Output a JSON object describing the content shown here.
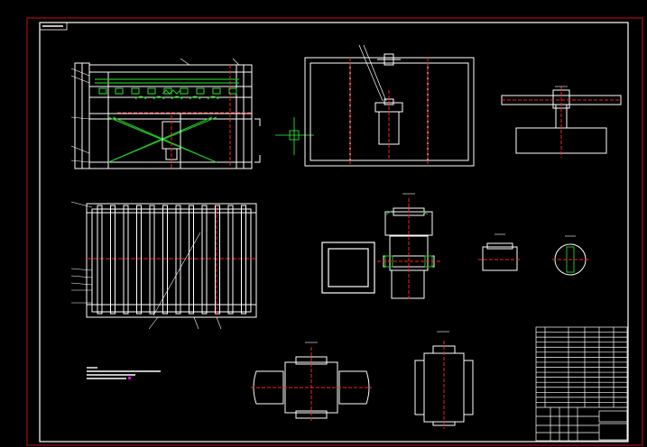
{
  "colors": {
    "background": "#000000",
    "outer_border": "#d01010",
    "inner_border": "#ffffff",
    "centerline": "#ff2020",
    "hatch_green": "#20c020",
    "ucs_green": "#30ff30",
    "highlight_magenta": "#ff00ff"
  },
  "drawing": {
    "views": [
      "front-elevation-view",
      "side-elevation-view",
      "plan-view",
      "bearing-detail-top",
      "section-detail-center",
      "rect-tube-section",
      "small-detail-a",
      "small-detail-b",
      "bottom-detail-left",
      "bottom-detail-right"
    ],
    "title_block": {
      "rows": 16,
      "columns": 6
    }
  }
}
